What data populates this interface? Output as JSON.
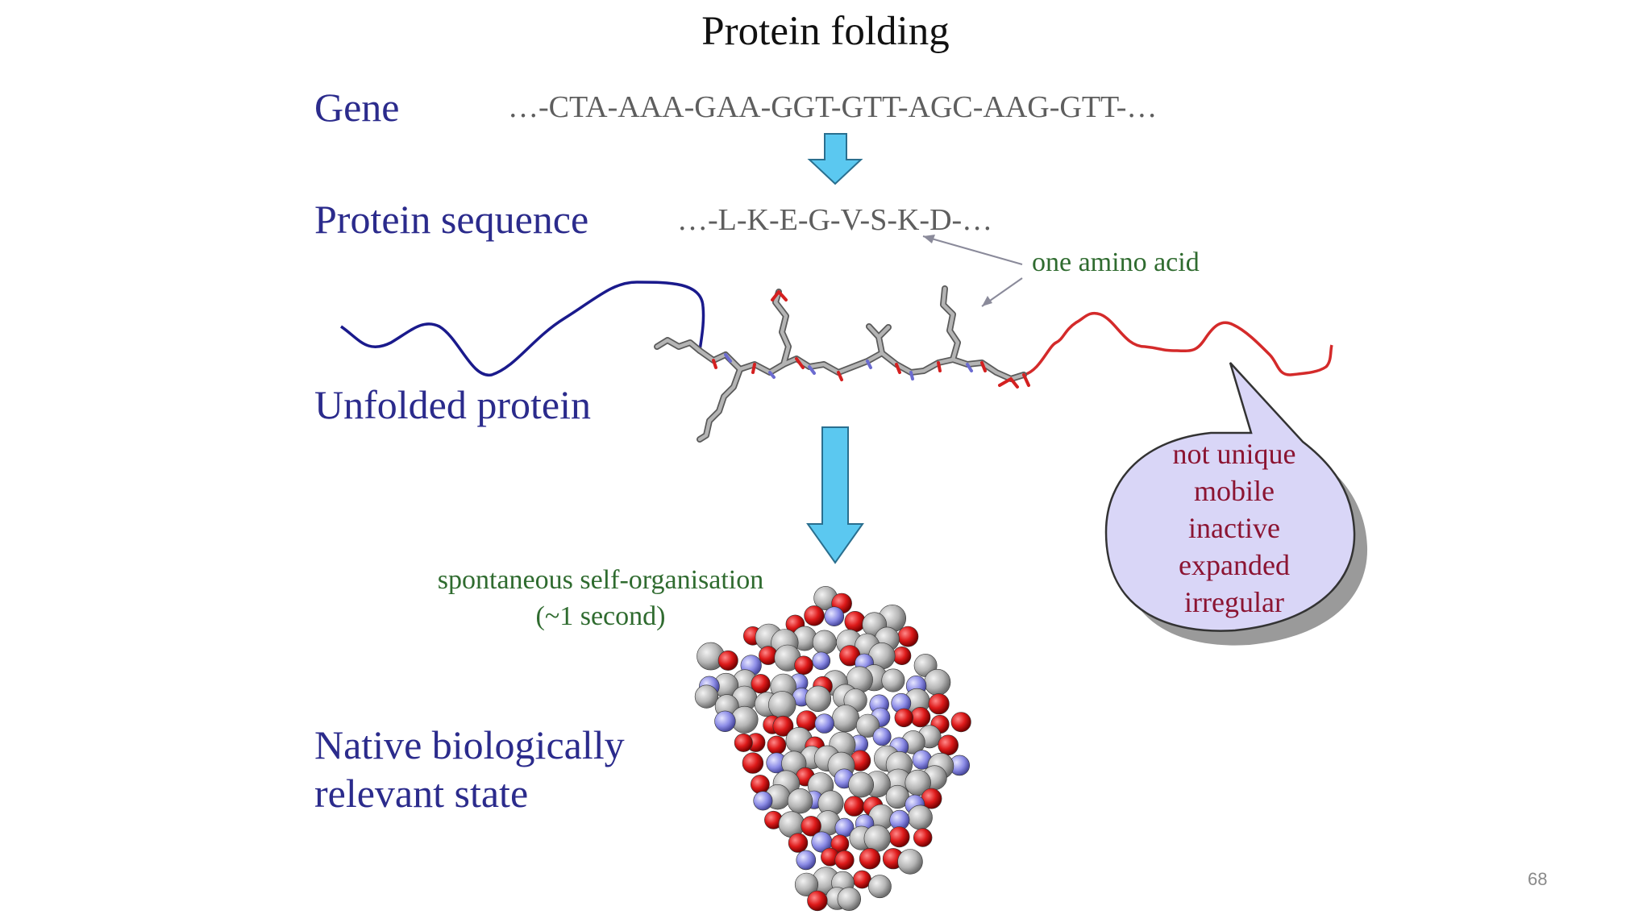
{
  "title": "Protein folding",
  "labels": {
    "gene": "Gene",
    "protein_sequence": "Protein sequence",
    "unfolded_protein": "Unfolded protein",
    "native_line1": "Native biologically",
    "native_line2": "relevant state"
  },
  "gene_sequence": "…-CTA-AAA-GAA-GGT-GTT-AGC-AAG-GTT-…",
  "protein_sequence": "…-L-K-E-G-V-S-K-D-…",
  "amino_acid_note": "one amino acid",
  "self_org_line1": "spontaneous self-organisation",
  "self_org_line2": "(~1 second)",
  "bubble_items": [
    "not unique",
    "mobile",
    "inactive",
    "expanded",
    "irregular"
  ],
  "page_number": "68",
  "colors": {
    "label": "#2b2b8c",
    "arrow_fill": "#5bc8f0",
    "chain_blue": "#1a1a8c",
    "chain_red": "#d42a2a",
    "bubble_fill": "#d9d6f7",
    "bubble_text": "#8b1432",
    "note_green": "#2f6b2f",
    "atom_carbon": "#b0b0b0",
    "atom_oxygen": "#d81818",
    "atom_nitrogen": "#8a8ae6"
  }
}
